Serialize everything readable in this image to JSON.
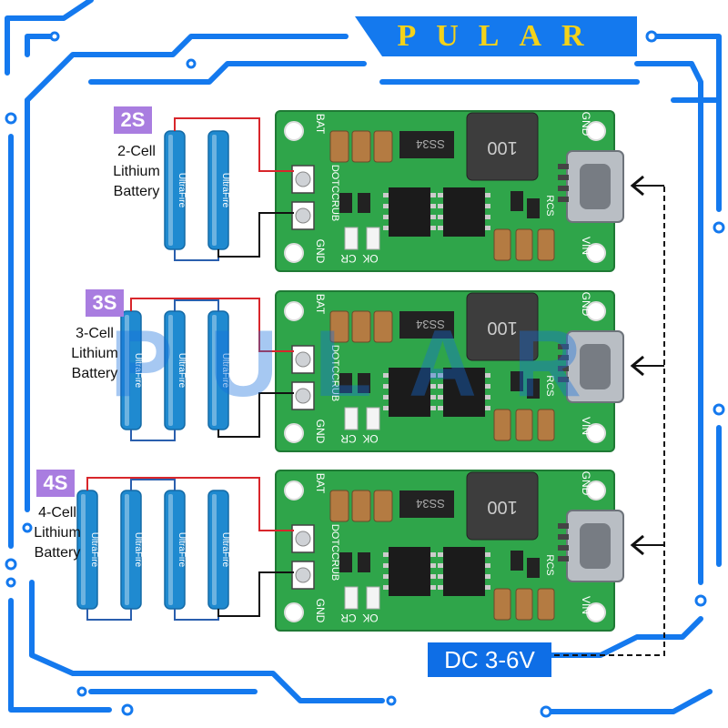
{
  "brand": {
    "name": "PULAR",
    "watermark": "PULAR",
    "color": "#f3d21a",
    "frame_color": "#1479ee"
  },
  "input_label": "DC 3-6V",
  "configs": [
    {
      "tag": "2S",
      "label_lines": [
        "2-Cell",
        "Lithium",
        "Battery"
      ],
      "cells": 2
    },
    {
      "tag": "3S",
      "label_lines": [
        "3-Cell",
        "Lithium",
        "Battery"
      ],
      "cells": 3
    },
    {
      "tag": "4S",
      "label_lines": [
        "4-Cell",
        "Lithium",
        "Battery"
      ],
      "cells": 4
    }
  ],
  "board": {
    "bat_label": "BAT",
    "gnd_label": "GND",
    "vin_label": "VIN",
    "model_label": "DOTCCRUB",
    "cr_label": "CR",
    "ok_label": "OK",
    "rcs_label": "RCS",
    "inductor_label": "100",
    "diode_label": "SS34",
    "pcb_color": "#2fa54a"
  },
  "battery": {
    "brand_text": "UltraFire",
    "color": "#1f8ad0"
  },
  "wire_colors": {
    "positive": "#d8262b",
    "negative": "#111111"
  }
}
